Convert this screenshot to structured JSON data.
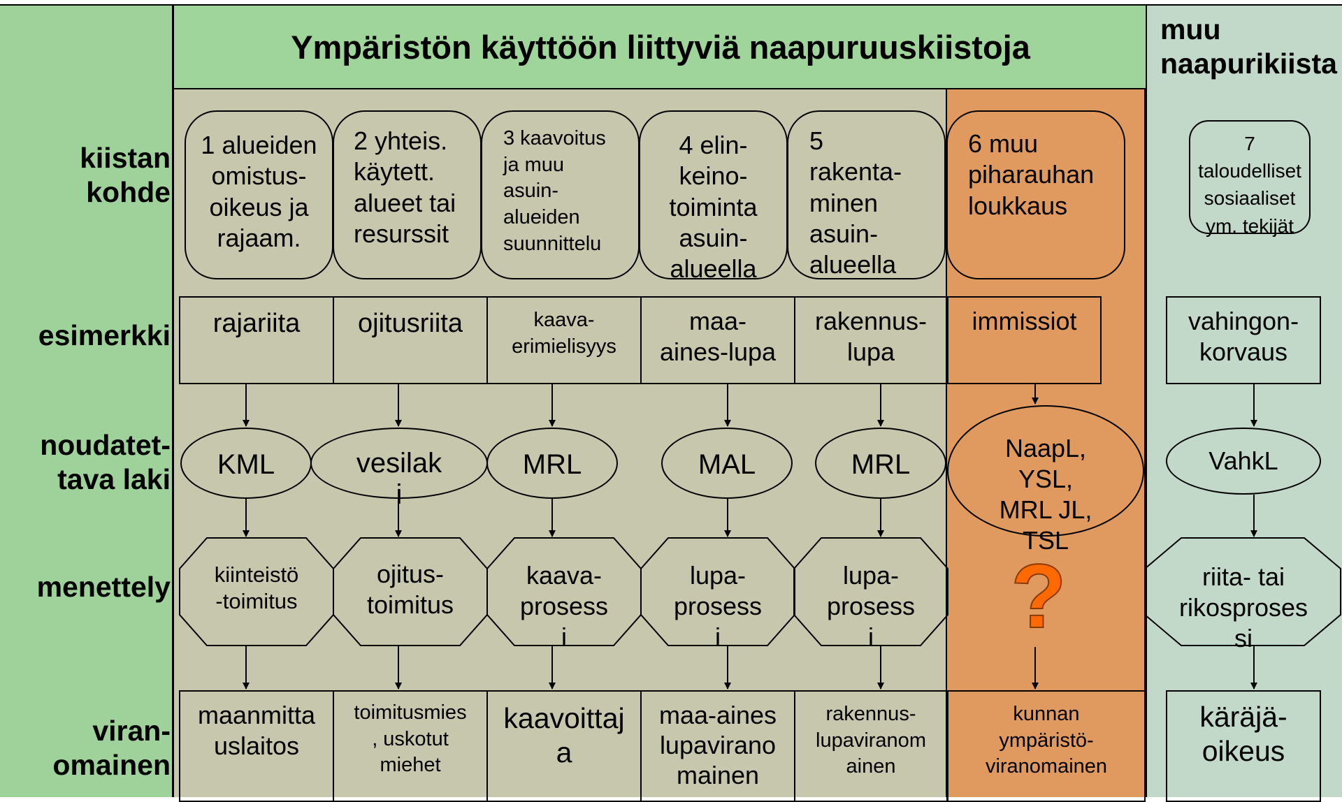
{
  "title": "Ympäristön käyttöön liittyviä naapuruuskiistoja",
  "other_dispute_title": "muu\nnaapurikiista",
  "row_labels": {
    "kohde": "kiistan\nkohde",
    "esimerkki": "esimerkki",
    "laki": "noudatet-\ntava laki",
    "menettely": "menettely",
    "viranomainen": "viran-\nomainen"
  },
  "columns": [
    {
      "kohde": "1 alueiden\nomistus-\noikeus ja\nrajaam.",
      "esimerkki": "rajariita",
      "laki": "KML",
      "menettely": "kiinteistö\n-toimitus",
      "viranomainen": "maanmitta\nuslaitos"
    },
    {
      "kohde": "2 yhteis.\nkäytett.\nalueet tai\nresurssit",
      "esimerkki": "ojitusriita",
      "laki": "vesilak\ni",
      "menettely": "ojitus-\ntoimitus",
      "viranomainen": "toimitusmies\n, uskotut\nmiehet"
    },
    {
      "kohde": "3 kaavoitus\nja muu\n asuin-\nalueiden\nsuunnittelu",
      "esimerkki": "kaava-\nerimielisyys",
      "laki": "MRL",
      "menettely": "kaava-\nprosess\ni",
      "viranomainen": "kaavoittaj\na"
    },
    {
      "kohde": "4 elin-\nkeino-\ntoiminta\nasuin-\nalueella",
      "esimerkki": "maa-\naines-lupa",
      "laki": "MAL",
      "menettely": "lupa-\nprosess\ni",
      "viranomainen": "maa-aines\nlupavirano\nmainen"
    },
    {
      "kohde": "5\nrakenta-\nminen\nasuin-\nalueella",
      "esimerkki": "rakennus-\nlupa",
      "laki": "MRL",
      "menettely": "lupa-\nprosess\ni",
      "viranomainen": "rakennus-\nlupaviranom\nainen"
    },
    {
      "kohde": "6 muu\npiharauhan\nloukkaus",
      "esimerkki": "immissiot",
      "laki": "NaapL,\nYSL,\nMRL JL,\nTSL",
      "menettely": "?",
      "viranomainen": "kunnan\nympäristö-\nviranomainen"
    },
    {
      "kohde": "7\ntaloudelliset\nsosiaaliset\nym. tekijät",
      "esimerkki": "vahingon-\nkorvaus",
      "laki": "VahkL",
      "menettely": "riita- tai\nrikosproses\nsi",
      "viranomainen": "käräjä-\noikeus"
    }
  ],
  "colors": {
    "left_green": "#9fd29a",
    "header_green": "#9fd49a",
    "main_gray": "#c6c7ad",
    "orange": "#e09a5f",
    "right_blue": "#c2d8c8",
    "question_mark": "#ff6a00"
  }
}
